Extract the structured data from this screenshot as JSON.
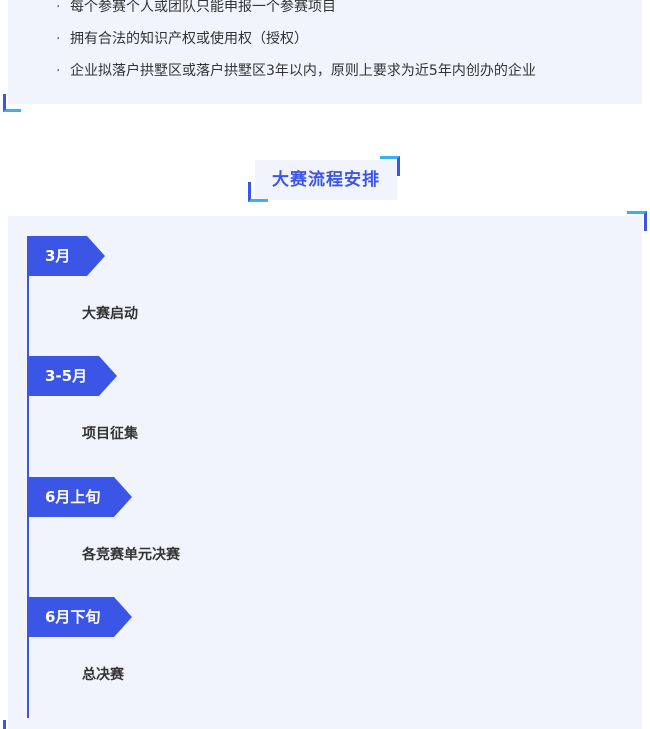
{
  "requirements": {
    "items": [
      "每个参赛个人或团队只能申报一个参赛项目",
      "拥有合法的知识产权或使用权（授权）",
      "企业拟落户拱墅区或落户拱墅区3年以内，原则上要求为近5年内创办的企业"
    ],
    "bullet": "·"
  },
  "schedule": {
    "title": "大赛流程安排",
    "steps": [
      {
        "period": "3月",
        "label": "大赛启动"
      },
      {
        "period": "3-5月",
        "label": "项目征集"
      },
      {
        "period": "6月上旬",
        "label": "各竞赛单元决赛"
      },
      {
        "period": "6月下旬",
        "label": "总决赛"
      }
    ]
  },
  "colors": {
    "accent": "#3b55e6",
    "accent_light": "#3ab0f2",
    "panel": "#f2f4fd"
  }
}
